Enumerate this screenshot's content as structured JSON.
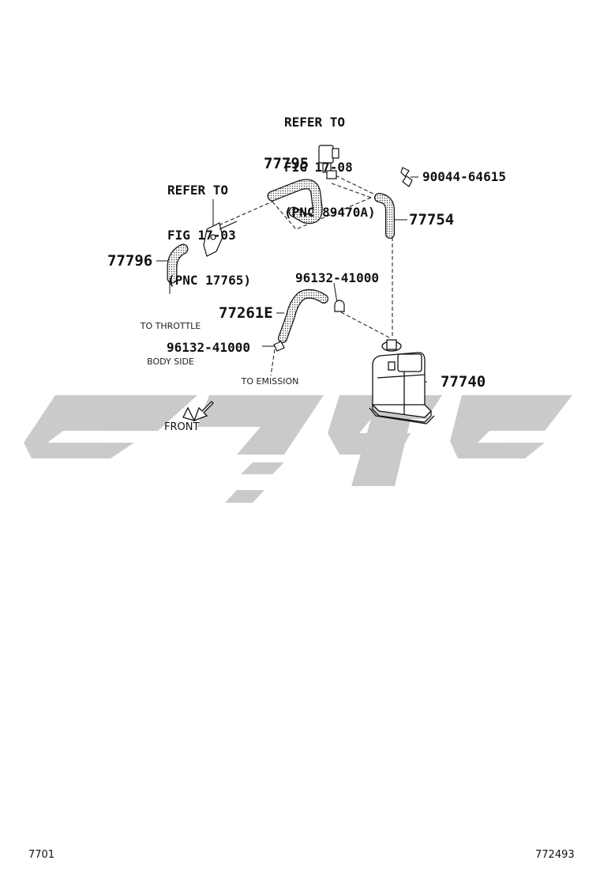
{
  "labels": {
    "refer_fig_17_08": [
      "REFER TO",
      "FIG 17-08",
      "(PNC 89470A)"
    ],
    "refer_fig_17_03": [
      "REFER TO",
      "FIG 17-03",
      "(PNC 17765)"
    ],
    "part_77795": "77795",
    "part_90044": "90044-64615",
    "part_77754": "77754",
    "part_77796": "77796",
    "part_96132_upper": "96132-41000",
    "part_77261e": "77261E",
    "part_96132_lower": "96132-41000",
    "part_77740": "77740",
    "note_throttle": [
      "TO THROTTLE",
      "BODY SIDE"
    ],
    "note_emission": "TO EMISSION",
    "front": "FRONT"
  },
  "footer": {
    "left_code": "7701",
    "right_code": "772493"
  },
  "colors": {
    "ink": "#111111",
    "watermark": "#c8c8c8",
    "hose_fill": "#d8d8d8"
  }
}
